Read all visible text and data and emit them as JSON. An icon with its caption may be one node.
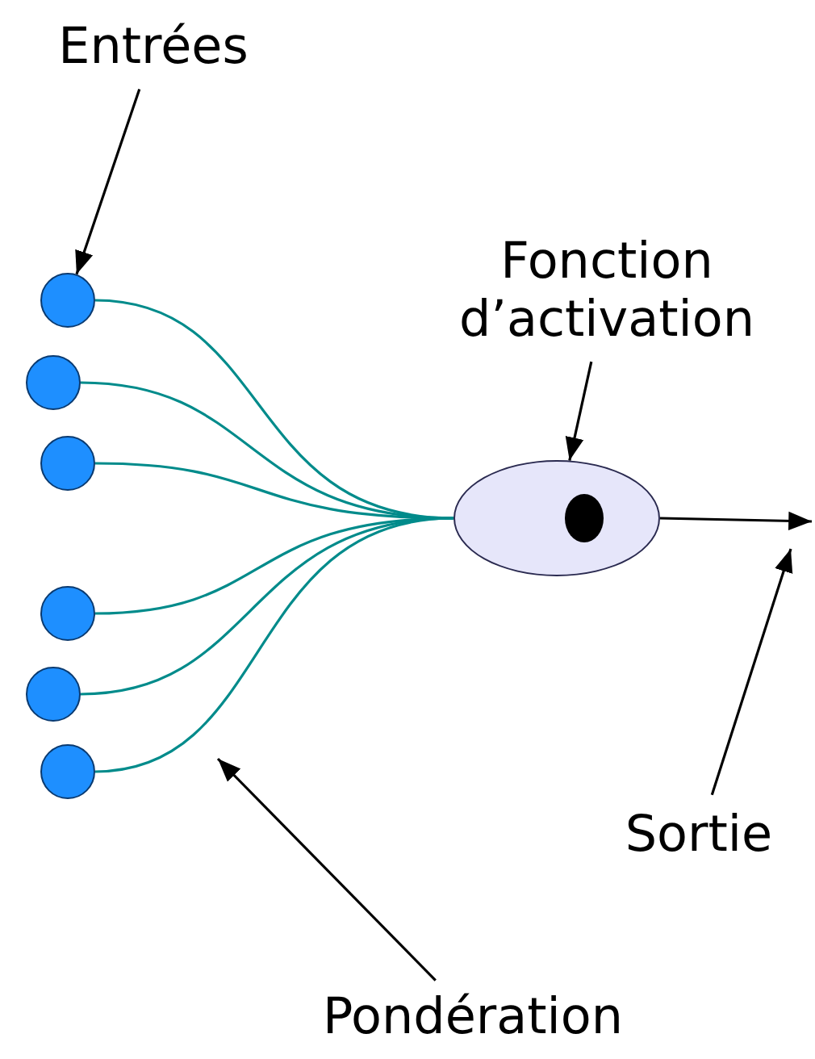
{
  "diagram": {
    "nodes": [
      {
        "text": [
          "Entrées"
        ]
      },
      {
        "text": [],
        "shape": "circle"
      },
      {
        "text": [],
        "shape": "circle"
      },
      {
        "text": [],
        "shape": "circle"
      },
      {
        "text": [],
        "shape": "circle"
      },
      {
        "text": [],
        "shape": "circle"
      },
      {
        "text": [],
        "shape": "circle"
      },
      {
        "text": [
          "Fonction d’activation"
        ]
      },
      {
        "text": [],
        "shape": "ellipse"
      },
      {
        "text": [],
        "shape": "circle",
        "in": 8
      },
      {
        "text": [
          "Sortie"
        ]
      },
      {
        "text": [
          "Pondération"
        ]
      }
    ],
    "edges": [
      {
        "from": 1,
        "to": 8,
        "arrow": "none"
      },
      {
        "from": 2,
        "to": 8,
        "arrow": "none"
      },
      {
        "from": 3,
        "to": 8,
        "arrow": "none"
      },
      {
        "from": 4,
        "to": 8,
        "arrow": "none"
      },
      {
        "from": 5,
        "to": 8,
        "arrow": "none"
      },
      {
        "from": 6,
        "to": 8,
        "arrow": "none"
      },
      {
        "from": 0,
        "to": 1,
        "arrow": "to",
        "color": "#000000"
      },
      {
        "from": 7,
        "to": 8,
        "arrow": "to",
        "color": "#000000"
      },
      {
        "from": 8,
        "to": null,
        "arrow": "to",
        "color": "#000000"
      },
      {
        "from": 10,
        "to": null,
        "arrow": "to",
        "color": "#000000"
      },
      {
        "from": 11,
        "to": null,
        "arrow": "to",
        "color": "#000000"
      }
    ]
  }
}
